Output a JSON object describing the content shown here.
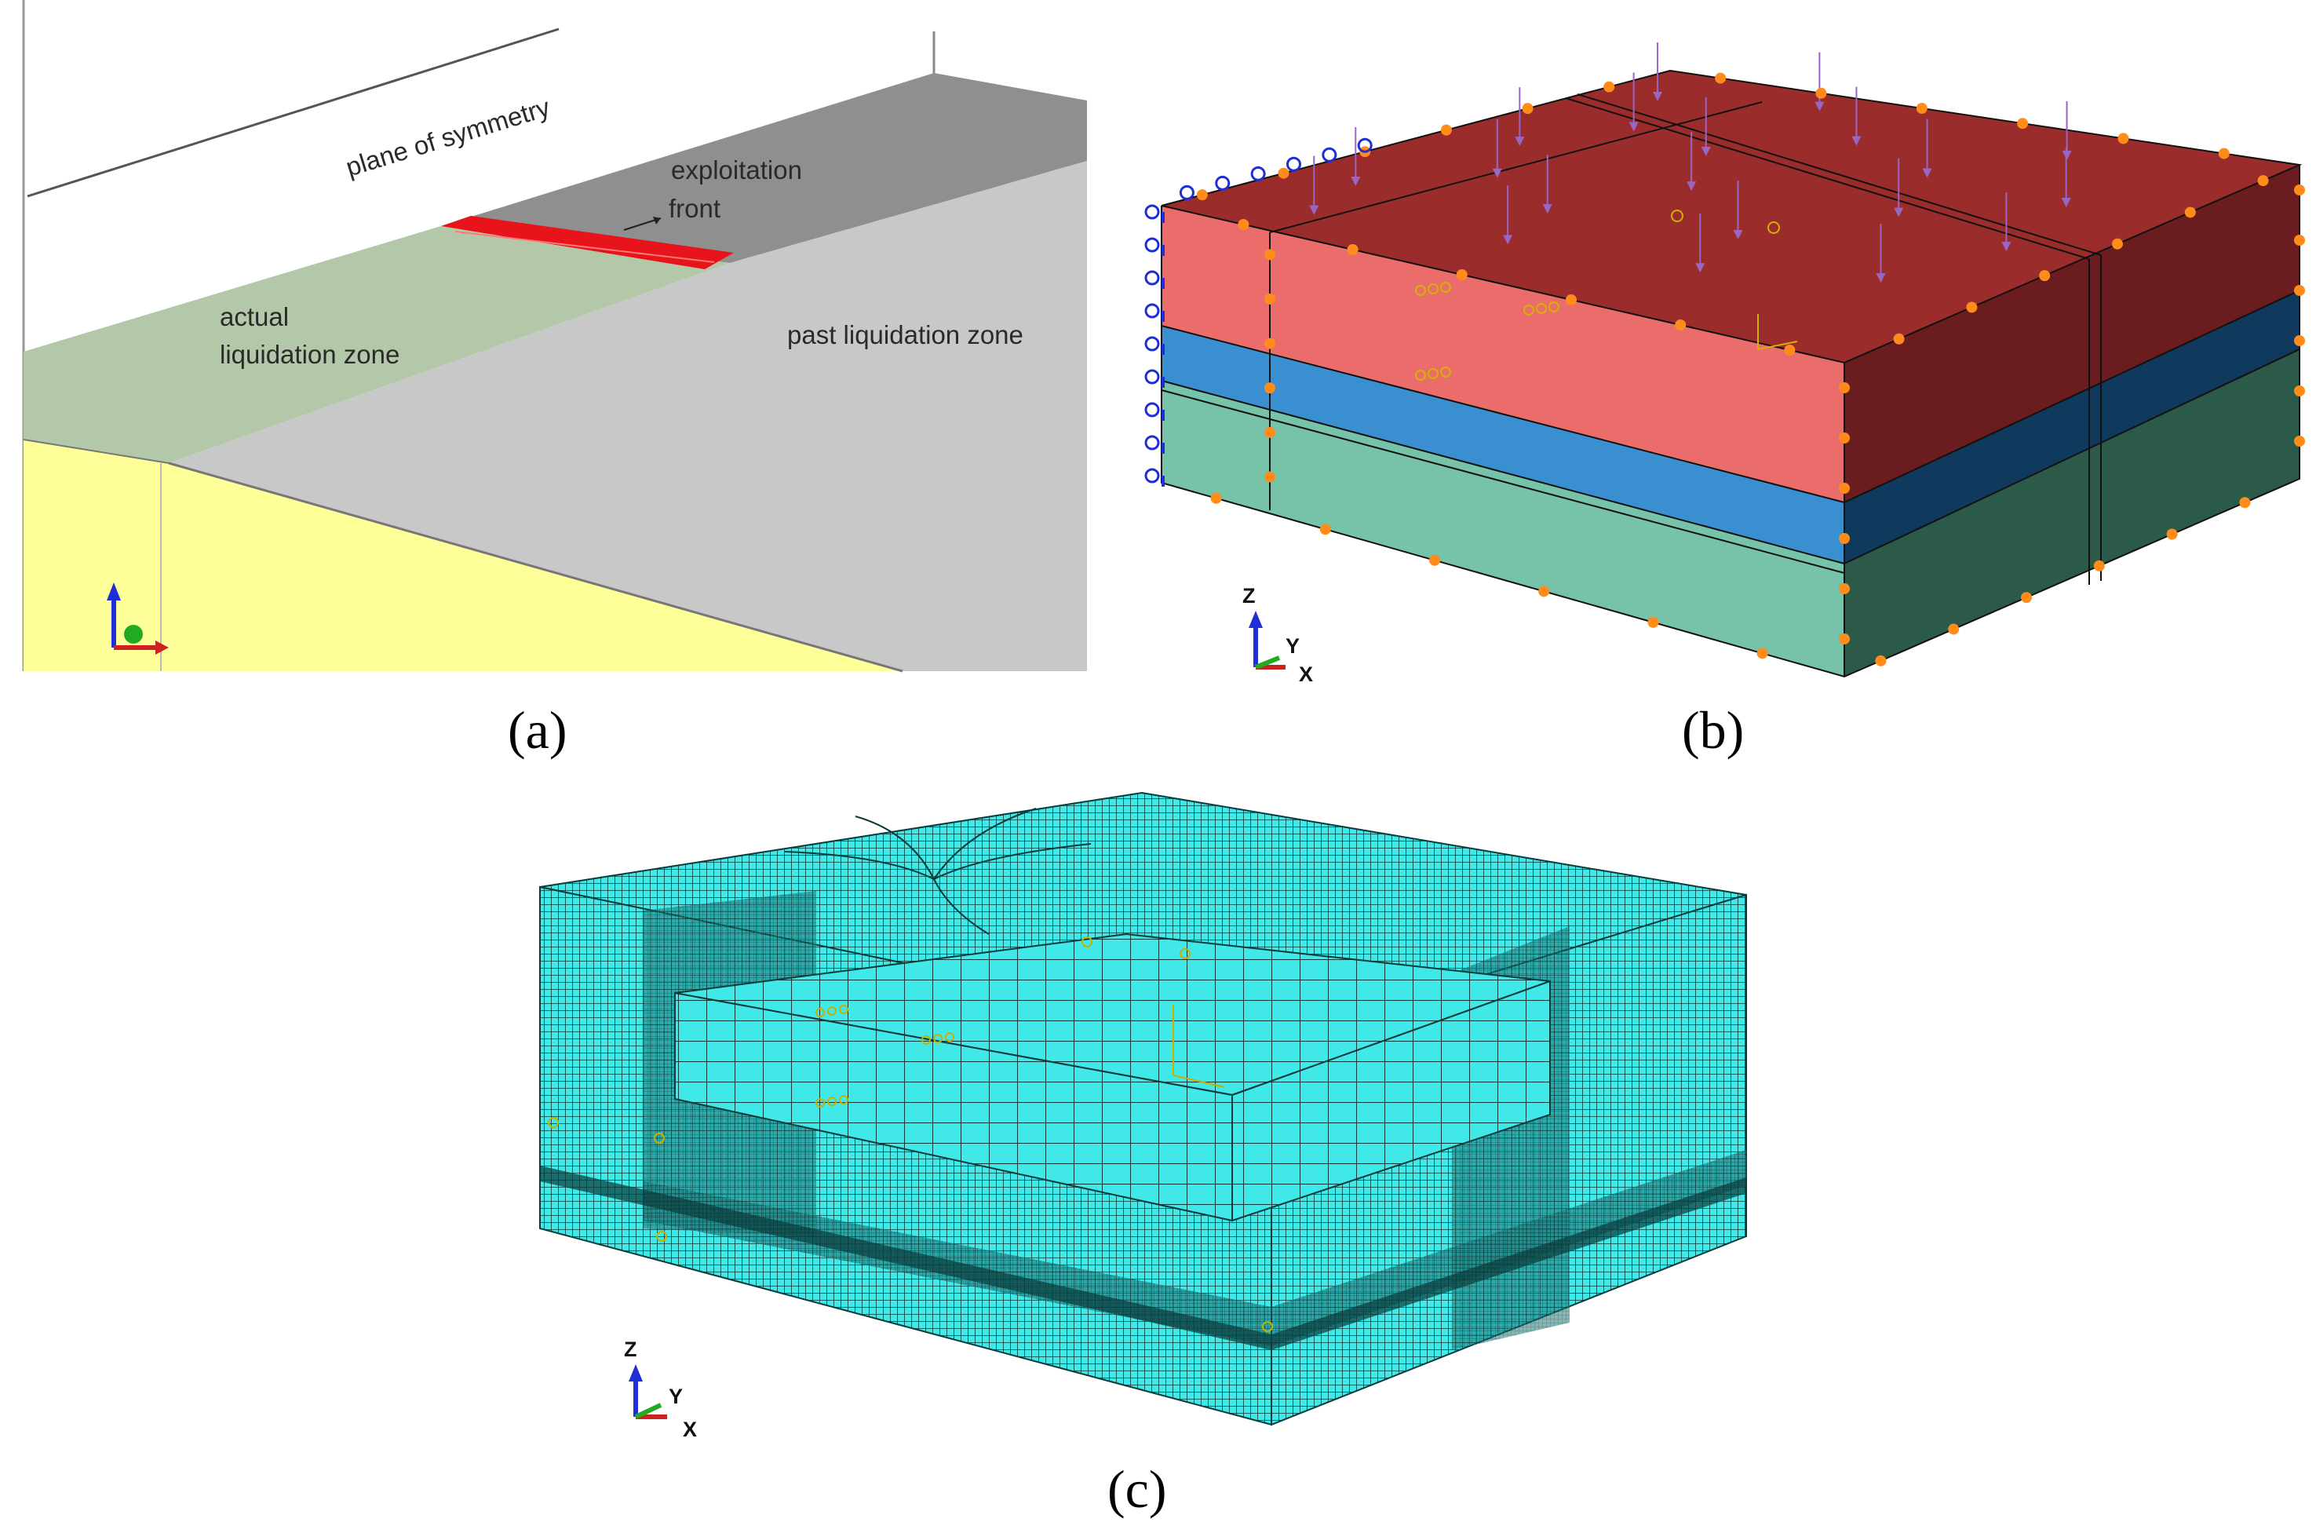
{
  "panel_a": {
    "labels": {
      "plane_of_symmetry": "plane of symmetry",
      "exploitation_front_line1": "exploitation",
      "exploitation_front_line2": "front",
      "actual_zone_line1": "actual",
      "actual_zone_line2": "liquidation zone",
      "past_zone": "past liquidation zone"
    },
    "colors": {
      "background": "#ffffff",
      "actual_zone": "#b3c8a8",
      "past_zone": "#c8c8c8",
      "front_strip": "#e8141b",
      "far_zone": "#8f8f8f",
      "yellow_layer": "#ffff99"
    }
  },
  "panel_b": {
    "axis_labels": {
      "z": "Z",
      "y": "Y",
      "x": "X"
    },
    "colors": {
      "top_layer_front": "#eb6d6b",
      "top_layer_top": "#9b2c2c",
      "top_layer_side": "#6a1c1e",
      "middle_layer_front": "#3a8fd1",
      "middle_layer_side": "#0f3a5e",
      "bottom_layer_front": "#77c3a9",
      "bottom_layer_side": "#2c5a48",
      "load_arrows": "#9966c4",
      "boundary_nodes": "#ff8c1a",
      "constraint_symbols": "#1f2fd6"
    }
  },
  "panel_c": {
    "axis_labels": {
      "z": "Z",
      "y": "Y",
      "x": "X"
    },
    "colors": {
      "mesh_fill": "#40e8e8",
      "mesh_lines": "#0a3a3a"
    }
  },
  "captions": {
    "a": "(a)",
    "b": "(b)",
    "c": "(c)"
  }
}
